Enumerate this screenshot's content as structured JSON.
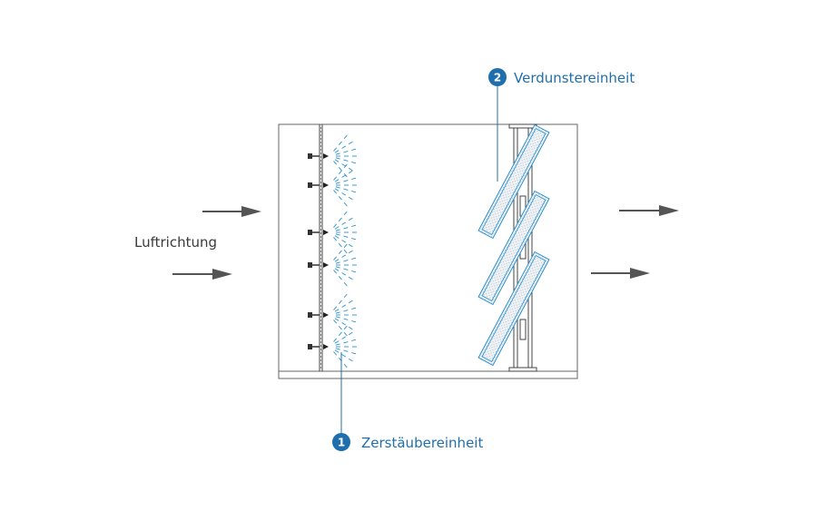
{
  "airflow_label": "Luftrichtung",
  "callouts": [
    {
      "number": "1",
      "label": "Zerstäubereinheit"
    },
    {
      "number": "2",
      "label": "Verdunstereinheit"
    }
  ],
  "colors": {
    "line": "#555555",
    "spray": "#2a90d0",
    "accent": "#1f6fad",
    "pad_fill": "#eef2f5"
  }
}
